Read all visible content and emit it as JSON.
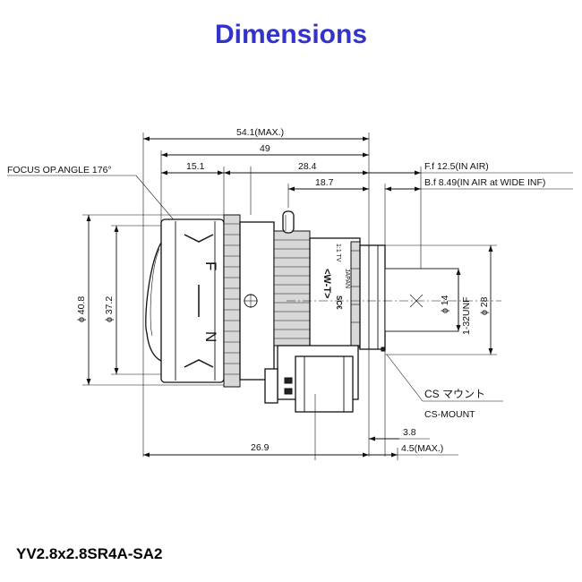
{
  "title": "Dimensions",
  "model": "YV2.8x2.8SR4A-SA2",
  "dims": {
    "overall_max": "54.1(MAX.)",
    "length": "49",
    "front": "15.1",
    "mid": "28.4",
    "rear": "18.7",
    "ff": "F.f 12.5(IN AIR)",
    "bf": "B.f 8.49(IN AIR at WIDE INF)",
    "dia_outer": "ϕ 40.8",
    "dia_inner": "ϕ 37.2",
    "dia_14": "ϕ 14",
    "thread": "1-32UNF",
    "dia_28": "ϕ 28",
    "bottom": "26.9",
    "flange": "3.8",
    "flange_max": "4.5(MAX.)"
  },
  "labels": {
    "focus": "FOCUS OP.ANGLE 176°",
    "cs_jp": "CS マウント",
    "cs_en": "CS-MOUNT",
    "ring_n": "N",
    "ring_f": "F",
    "zoom": "<W-T>",
    "marks_top": "1:1 TV",
    "marks_mid": "SC€",
    "marks_bot": "JAPAN"
  },
  "colors": {
    "title": "#3333cc"
  }
}
